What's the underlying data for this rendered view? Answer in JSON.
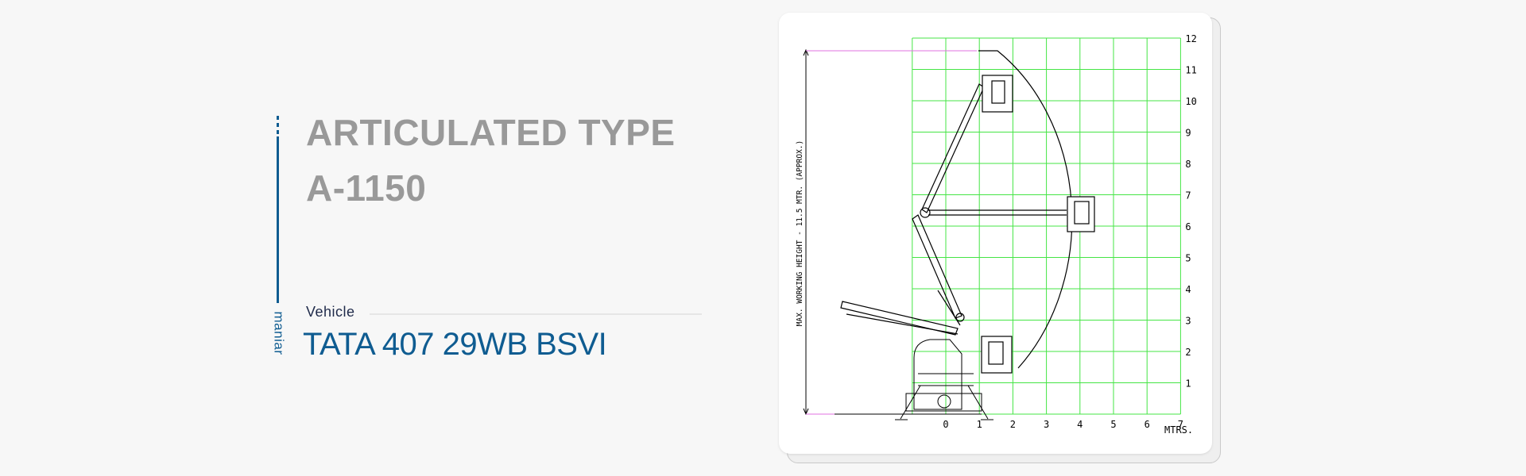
{
  "title": {
    "line1": "ARTICULATED TYPE",
    "line2": "A-1150"
  },
  "brand": {
    "name": "maniar"
  },
  "vehicle": {
    "label": "Vehicle",
    "name": "TATA 407  29WB BSVI"
  },
  "diagram": {
    "height_label": "MAX. WORKING HEIGHT - 11.5 MTR. (APPROX.)",
    "x_unit": "MTRS.",
    "x_ticks": [
      "0",
      "1",
      "2",
      "3",
      "4",
      "5",
      "6",
      "7"
    ],
    "y_ticks": [
      "1",
      "2",
      "3",
      "4",
      "5",
      "6",
      "7",
      "8",
      "9",
      "10",
      "11",
      "12"
    ],
    "grid_color": "#44e544"
  },
  "colors": {
    "accent": "#0f5c91",
    "title_gray": "#999999"
  }
}
